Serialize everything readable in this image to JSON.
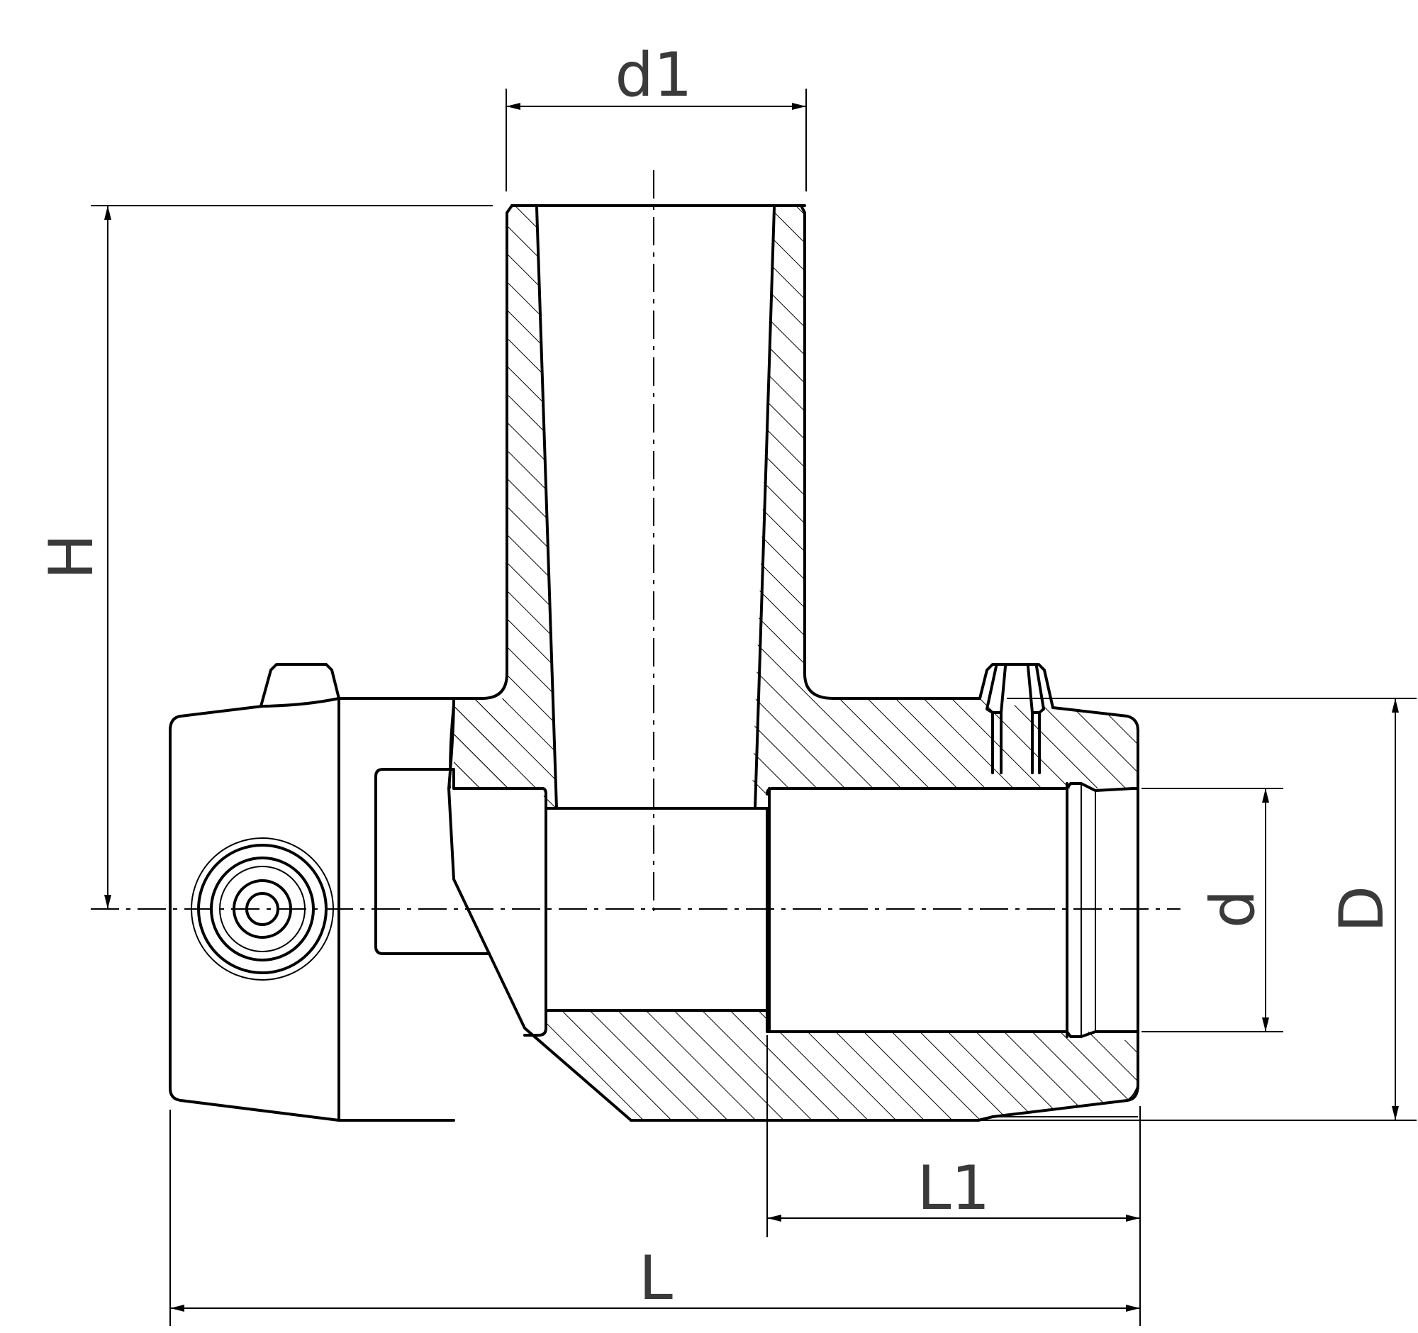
{
  "labels": {
    "d1": "d1",
    "H": "H",
    "d": "d",
    "D": "D",
    "L1": "L1",
    "L": "L"
  }
}
